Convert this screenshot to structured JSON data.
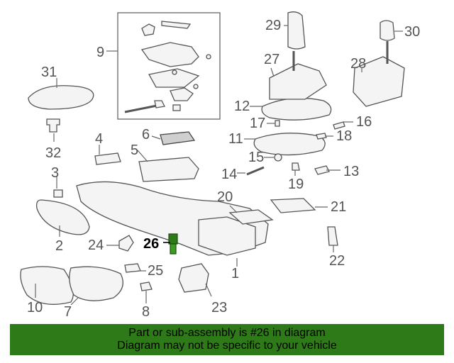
{
  "diagram": {
    "highlighted_part": "26",
    "callouts": [
      "1",
      "2",
      "3",
      "4",
      "5",
      "6",
      "7",
      "8",
      "9",
      "10",
      "11",
      "12",
      "13",
      "14",
      "15",
      "16",
      "17",
      "18",
      "19",
      "20",
      "21",
      "22",
      "23",
      "24",
      "25",
      "26",
      "27",
      "28",
      "29",
      "30",
      "31",
      "32"
    ]
  },
  "banner": {
    "line1": "Part or sub-assembly is #26 in diagram",
    "line2": "Diagram may not be specific to your vehicle",
    "color": "#2f7a18"
  },
  "colors": {
    "highlight_part": "#2f7a18",
    "line": "#555555"
  }
}
